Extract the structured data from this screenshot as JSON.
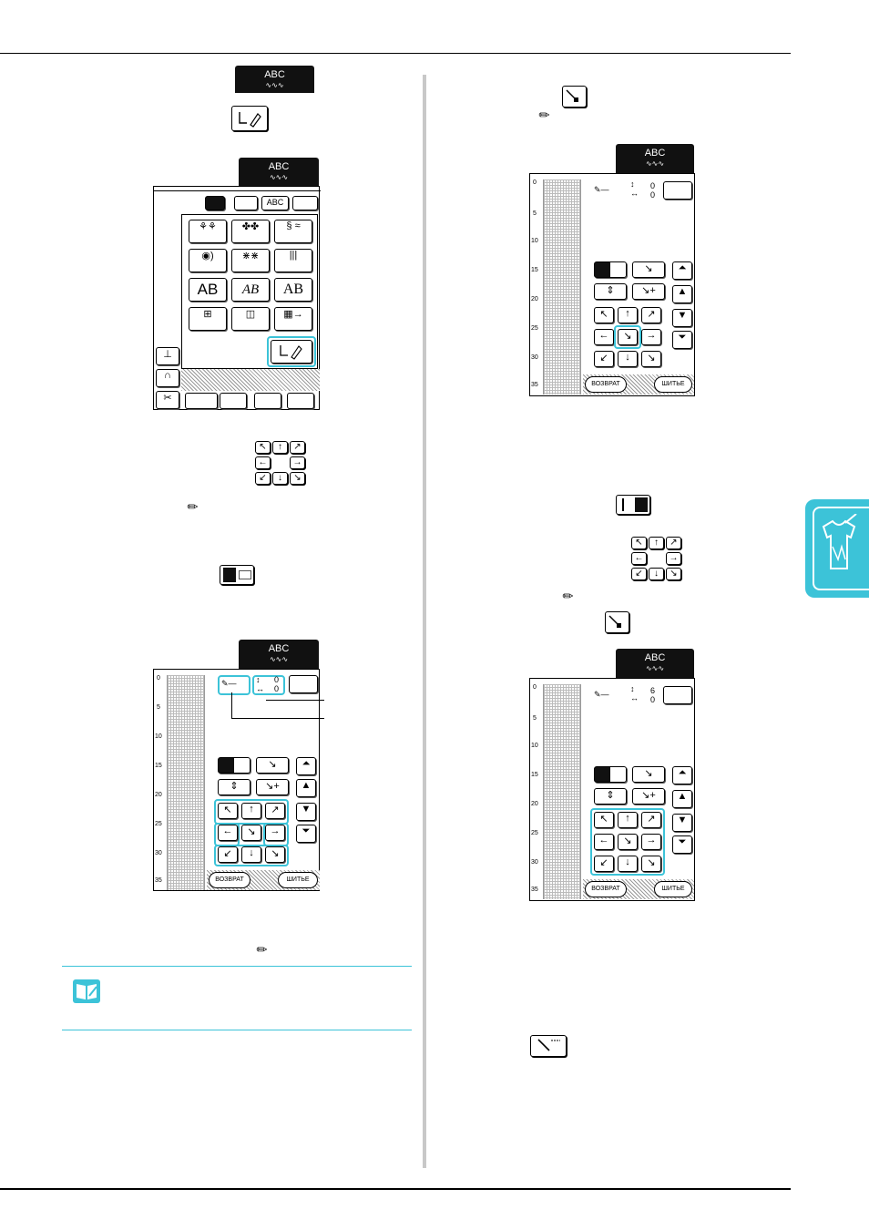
{
  "tab_label": "ABC",
  "buttons": {
    "back": "ВОЗВРАТ",
    "sew": "ШИТЬЕ"
  },
  "pattern_keys": [
    "AB",
    "AB",
    "AB"
  ],
  "toolbar_label": "ABC",
  "ruler_labels": [
    "0",
    "5",
    "10",
    "15",
    "20",
    "25",
    "30",
    "35"
  ],
  "screens": [
    {
      "v": "0",
      "h": "0"
    },
    {
      "v": "0",
      "h": "0"
    },
    {
      "v": "6",
      "h": "0"
    }
  ],
  "colors": {
    "accent": "#3cc3d8",
    "black": "#111111"
  },
  "icons": [
    "pencil-icon",
    "arrow-up-left-icon",
    "arrow-up-icon",
    "arrow-up-right-icon",
    "arrow-left-icon",
    "arrow-right-icon",
    "arrow-down-left-icon",
    "arrow-down-icon",
    "arrow-down-right-icon",
    "point-icon",
    "my-custom-stitch-icon",
    "shirt-icon",
    "memo-icon"
  ]
}
